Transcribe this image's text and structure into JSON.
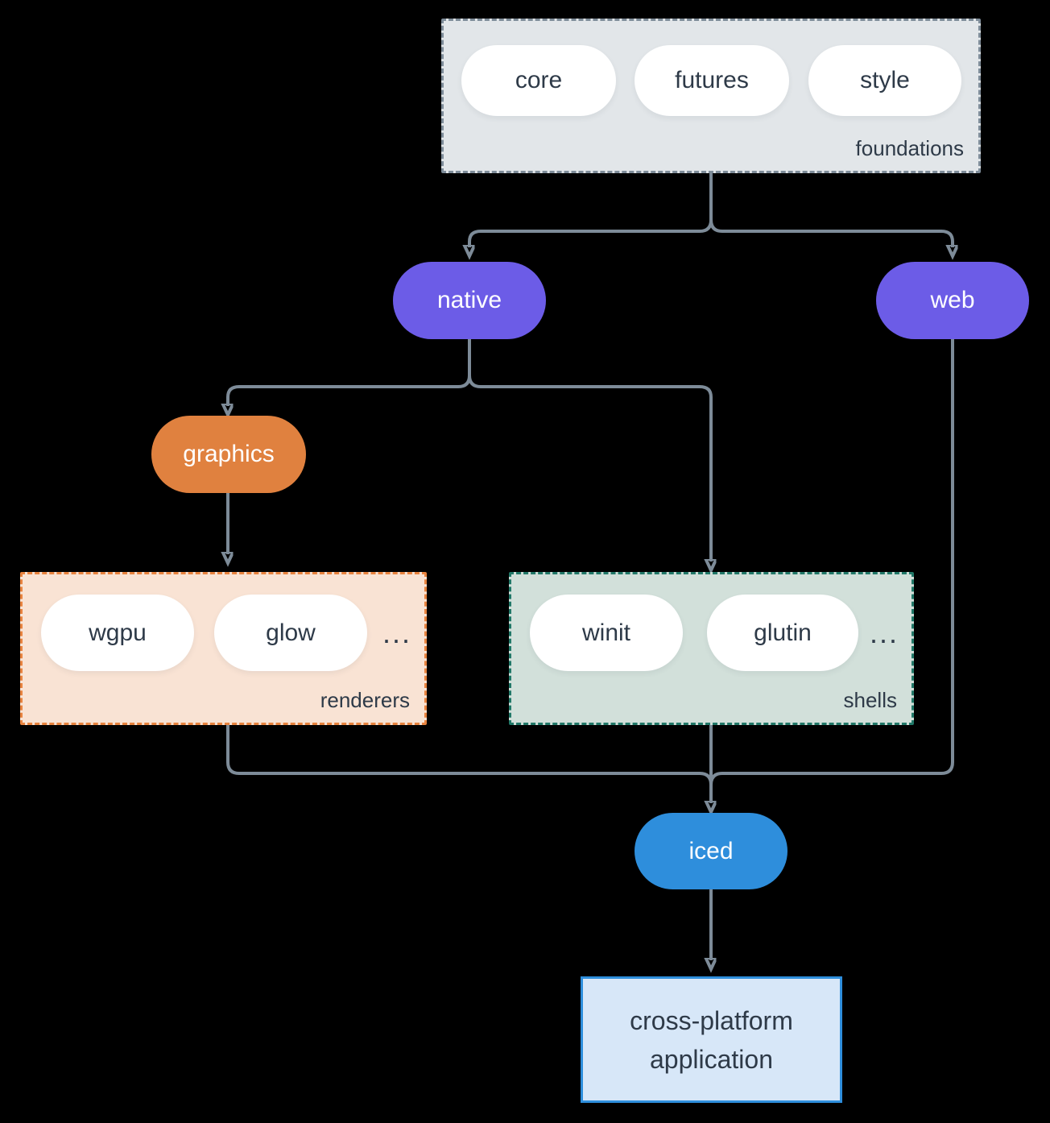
{
  "groups": {
    "foundations": {
      "label": "foundations",
      "items": [
        "core",
        "futures",
        "style"
      ]
    },
    "renderers": {
      "label": "renderers",
      "items": [
        "wgpu",
        "glow"
      ],
      "ellipsis": "..."
    },
    "shells": {
      "label": "shells",
      "items": [
        "winit",
        "glutin"
      ],
      "ellipsis": "..."
    }
  },
  "nodes": {
    "native": {
      "label": "native"
    },
    "web": {
      "label": "web"
    },
    "graphics": {
      "label": "graphics"
    },
    "iced": {
      "label": "iced"
    },
    "application": {
      "label": "cross-platform application"
    }
  },
  "theme": {
    "canvas-bg": "#000000",
    "arrow-color": "#7D8B98",
    "text-dark": "#2E3A48",
    "pill-white": "#FFFFFF",
    "purple": "#6C5CE7",
    "orange": "#E0813F",
    "blue": "#2E8EDC",
    "foundations-fill": "#E2E6E9",
    "foundations-border": "#7E8C99",
    "renderers-fill": "#F9E3D4",
    "renderers-border": "#E8833F",
    "shells-fill": "#D2E0DA",
    "shells-border": "#217868",
    "app-fill": "#D7E7F8",
    "app-border": "#2E8EDC"
  }
}
